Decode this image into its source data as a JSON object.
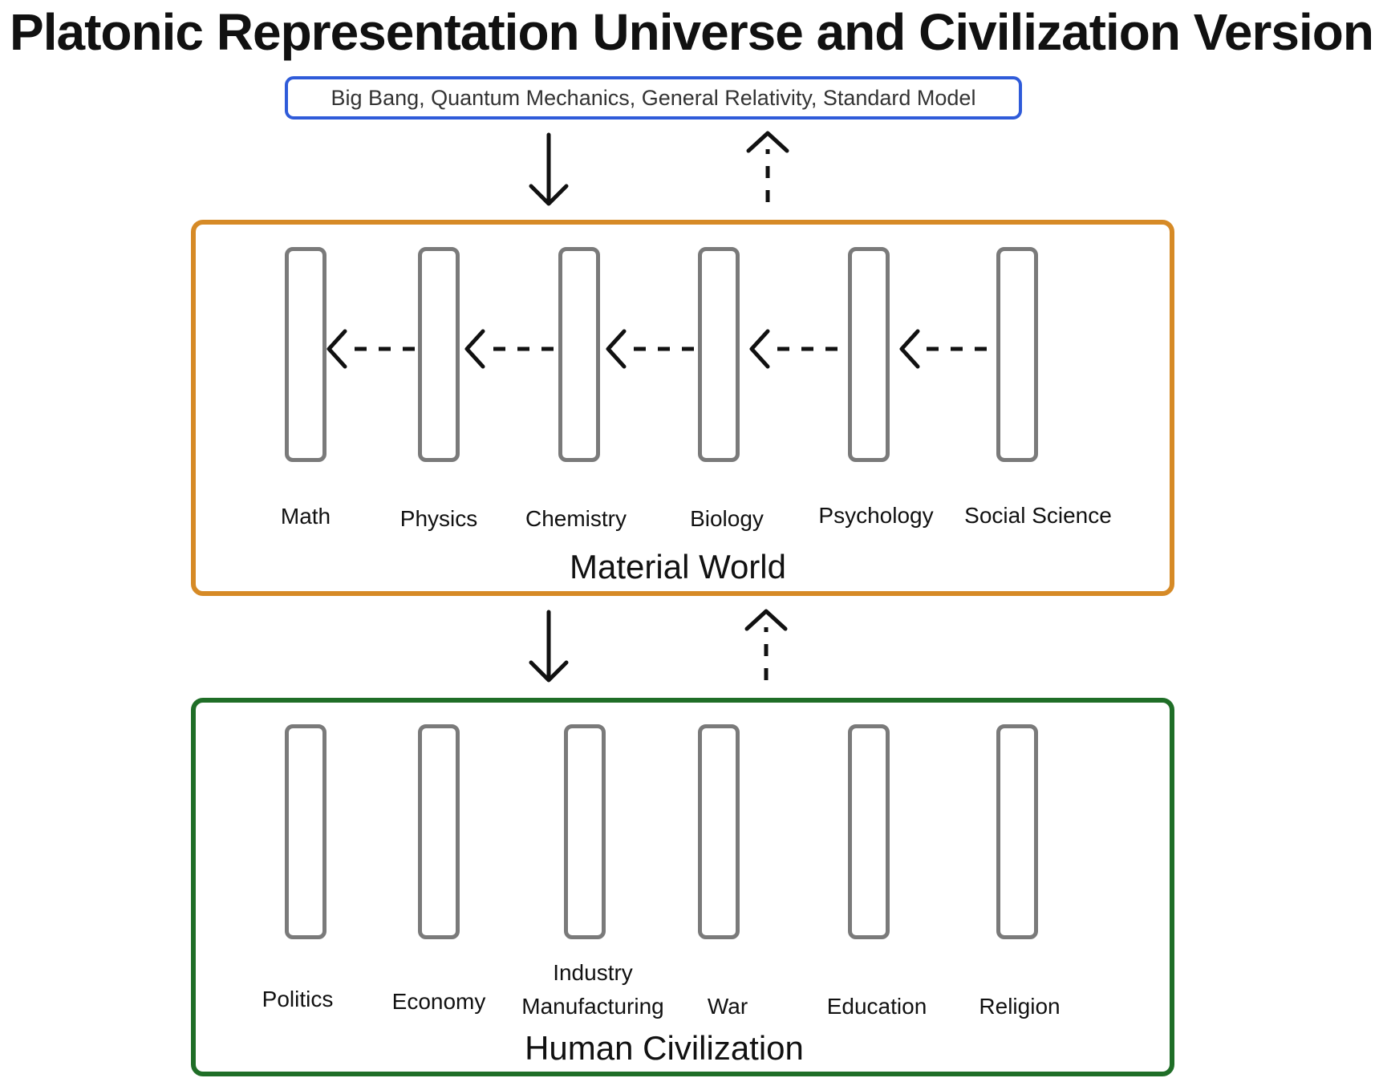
{
  "title": "Platonic Representation Universe and Civilization Version",
  "universe": {
    "text": "Big Bang, Quantum Mechanics, General Relativity, Standard Model"
  },
  "material_world": {
    "title": "Material World",
    "items": [
      "Math",
      "Physics",
      "Chemistry",
      "Biology",
      "Psychology",
      "Social Science"
    ]
  },
  "human_civilization": {
    "title": "Human Civilization",
    "items": [
      "Politics",
      "Economy",
      "Industry",
      "Manufacturing",
      "War",
      "Education",
      "Religion"
    ]
  },
  "colors": {
    "universe_border": "#2f5bd9",
    "material_border": "#d68a26",
    "civilization_border": "#1f6e27",
    "pillar": "#7a7a7a",
    "arrow": "#111111"
  }
}
